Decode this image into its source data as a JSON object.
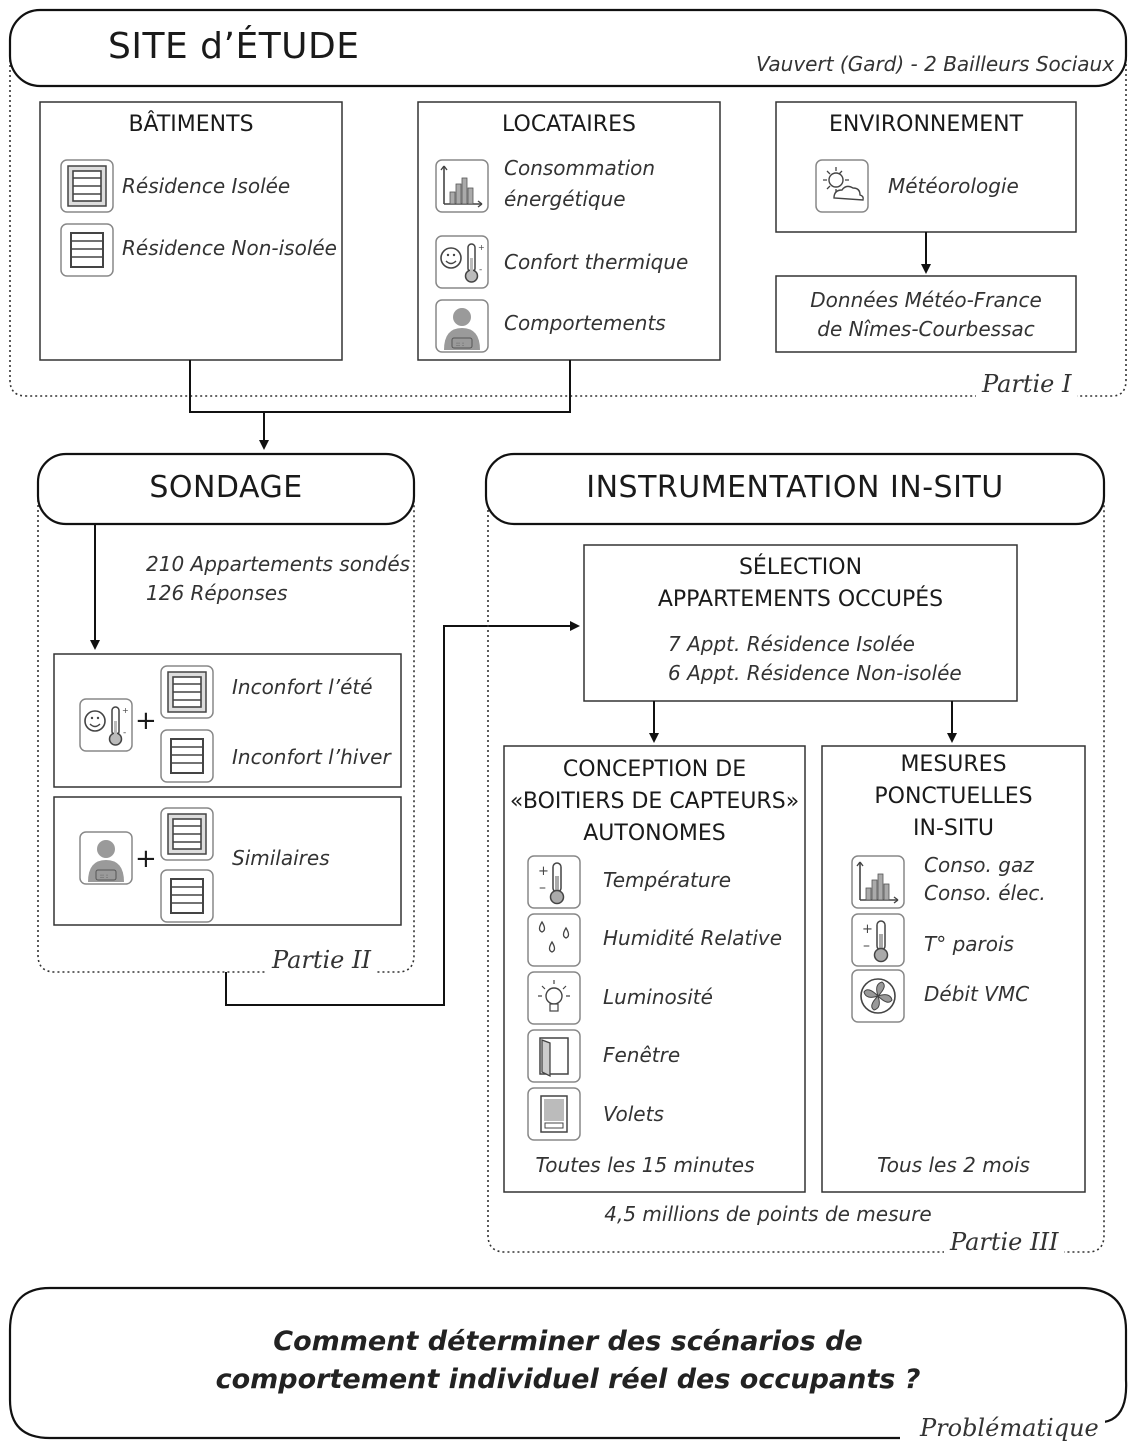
{
  "site": {
    "title": "SITE d’ÉTUDE",
    "subtitle": "Vauvert (Gard) - 2 Bailleurs Sociaux",
    "partie": "Partie I",
    "batiments": {
      "title": "BÂTIMENTS",
      "items": [
        "Résidence Isolée",
        "Résidence Non-isolée"
      ]
    },
    "locataires": {
      "title": "LOCATAIRES",
      "items": [
        "Consommation",
        "énergétique",
        "Confort thermique",
        "Comportements"
      ]
    },
    "environnement": {
      "title": "ENVIRONNEMENT",
      "item": "Météorologie",
      "source_line1": "Données Météo-France",
      "source_line2": "de Nîmes-Courbessac"
    }
  },
  "sondage": {
    "title": "SONDAGE",
    "stat1": "210 Appartements sondés",
    "stat2": "126 Réponses",
    "inconfort_ete": "Inconfort l’été",
    "inconfort_hiver": "Inconfort l’hiver",
    "similaires": "Similaires",
    "plus": "+",
    "partie": "Partie II"
  },
  "instrumentation": {
    "title": "INSTRUMENTATION IN-SITU",
    "selection_line1": "SÉLECTION",
    "selection_line2": "APPARTEMENTS OCCUPÉS",
    "appt1": "7 Appt. Résidence Isolée",
    "appt2": "6 Appt. Résidence Non-isolée",
    "conception": {
      "line1": "CONCEPTION DE",
      "line2": "«BOITIERS DE CAPTEURS»",
      "line3": "AUTONOMES",
      "sensors": [
        "Température",
        "Humidité Relative",
        "Luminosité",
        "Fenêtre",
        "Volets"
      ],
      "frequency": "Toutes les 15 minutes"
    },
    "mesures": {
      "line1": "MESURES",
      "line2": "PONCTUELLES",
      "line3": "IN-SITU",
      "conso_gaz": "Conso. gaz",
      "conso_elec": "Conso. élec.",
      "t_parois": "T° parois",
      "debit_vmc": "Débit VMC",
      "frequency": "Tous les 2 mois"
    },
    "total": "4,5 millions de points de mesure",
    "partie": "Partie III"
  },
  "problematique": {
    "line1": "Comment déterminer des scénarios de",
    "line2": "comportement individuel réel des occupants ?",
    "label": "Problématique"
  }
}
